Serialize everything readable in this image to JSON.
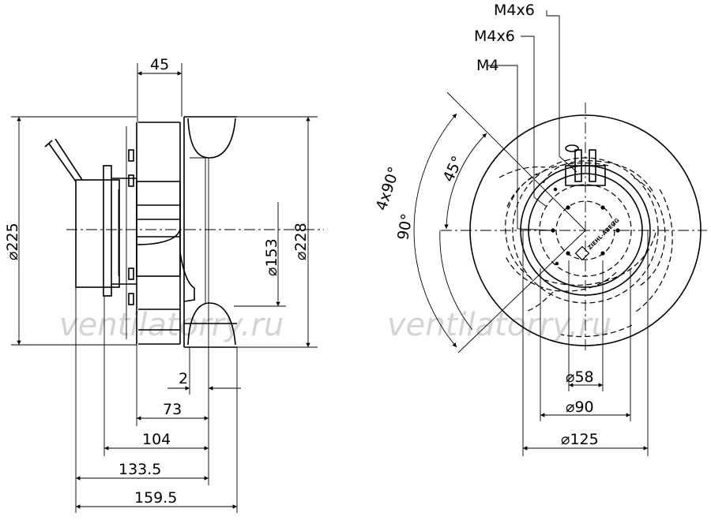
{
  "watermark": "ventilatorry.ru",
  "side_view": {
    "dims": {
      "d225": "⌀225",
      "d228": "⌀228",
      "d153": "⌀153",
      "w45": "45",
      "w2": "2",
      "w73": "73",
      "w104": "104",
      "w133_5": "133.5",
      "w159_5": "159.5"
    }
  },
  "front_view": {
    "dims": {
      "m4x6_top": "M4x6",
      "m4x6_mid": "M4x6",
      "m4": "M4",
      "a4x90": "4x90°",
      "a90": "90°",
      "a45": "45°",
      "d58": "⌀58",
      "d90": "⌀90",
      "d125": "⌀125",
      "logo_text": "ZIEHL-ABEGG"
    }
  }
}
